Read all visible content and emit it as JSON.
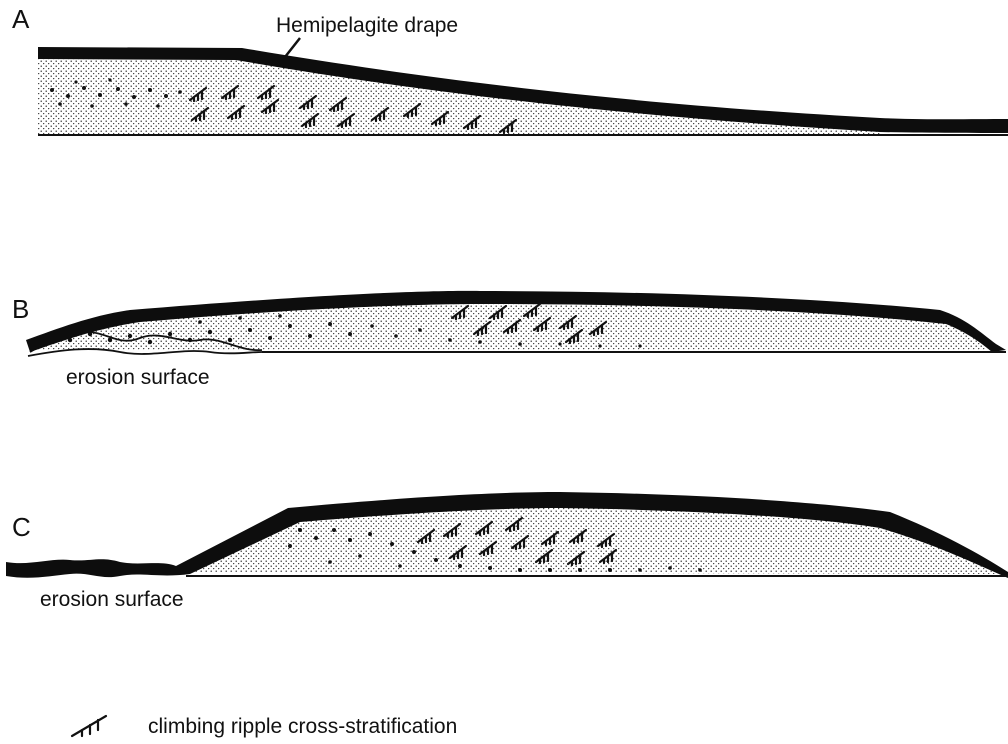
{
  "panels": [
    {
      "letter": "A",
      "annotation": "Hemipelagite drape"
    },
    {
      "letter": "B",
      "annotation": "erosion surface"
    },
    {
      "letter": "C",
      "annotation": "erosion surface"
    }
  ],
  "legend": {
    "icon": "climbing-ripple-icon",
    "label": "climbing ripple cross-stratification"
  },
  "colors": {
    "ink": "#0d0d0d",
    "paper": "#ffffff"
  }
}
